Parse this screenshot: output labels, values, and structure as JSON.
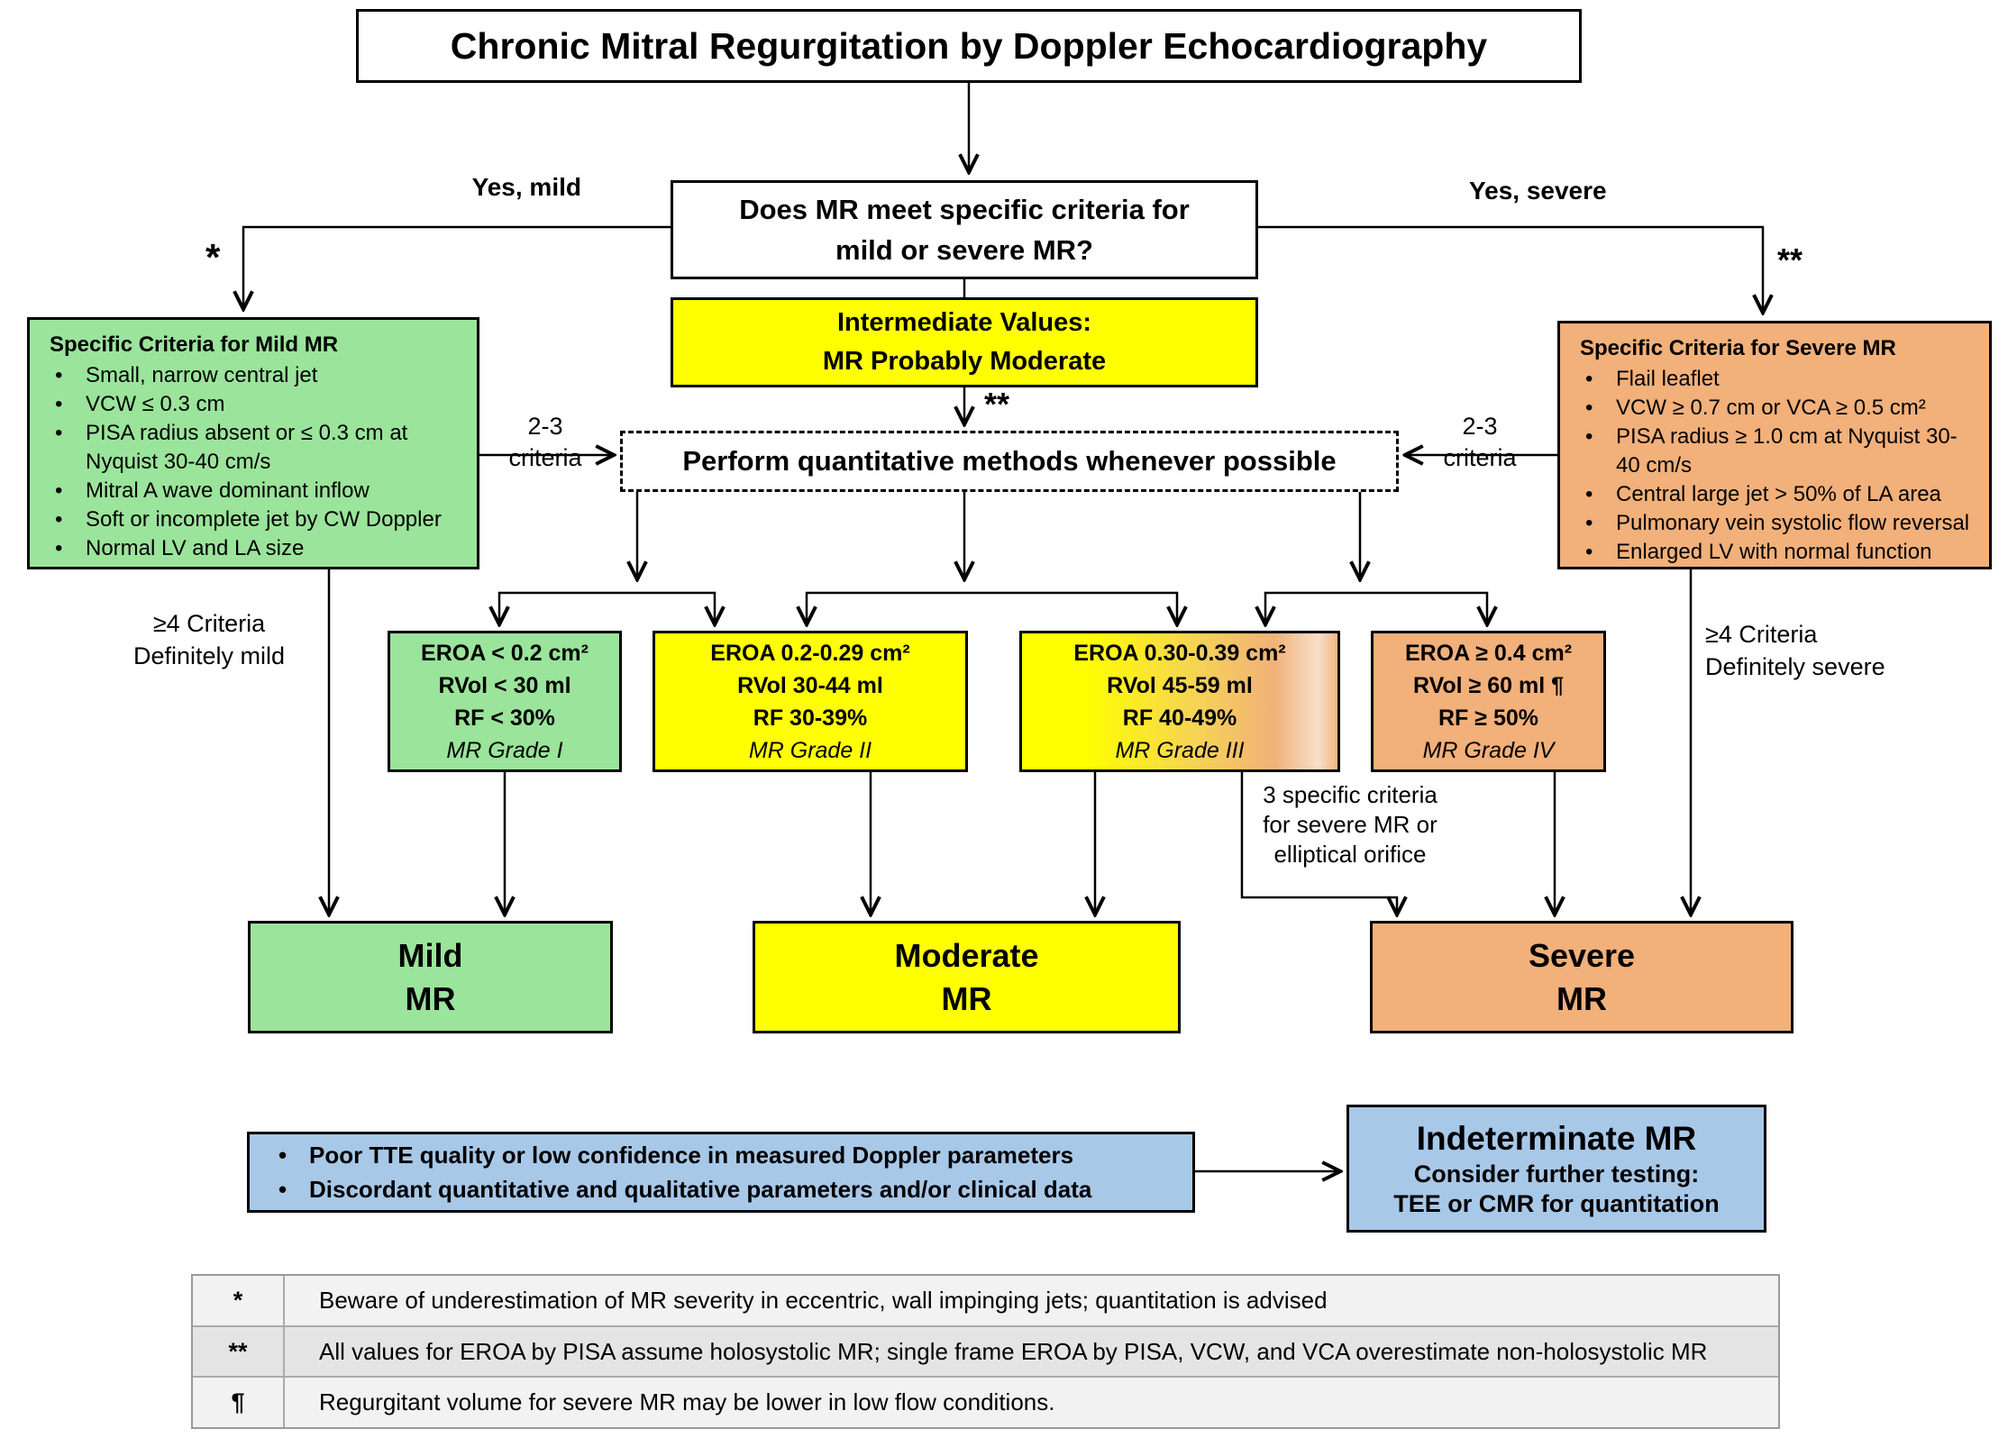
{
  "title": "Chronic Mitral Regurgitation by Doppler Echocardiography",
  "flow": {
    "decision": {
      "line1": "Does MR  meet specific criteria for",
      "line2": "mild or severe MR?"
    },
    "intermediate": {
      "line1": "Intermediate Values:",
      "line2": "MR Probably Moderate"
    },
    "quantitative": "Perform quantitative methods  whenever possible",
    "labels": {
      "yes_mild": "Yes, mild",
      "yes_severe": "Yes, severe",
      "star": "*",
      "double_star_right": "**",
      "double_star_mid": "**",
      "criteria_23_left": "2-3\ncriteria",
      "criteria_23_right": "2-3\ncriteria",
      "ge4_mild": "≥4 Criteria\nDefinitely mild",
      "ge4_severe": "≥4 Criteria\nDefinitely severe",
      "three_specific": "3 specific criteria\nfor severe MR or\nelliptical orifice"
    },
    "mild_criteria": {
      "heading": "Specific Criteria for Mild MR",
      "items": [
        "Small, narrow central jet",
        "VCW ≤ 0.3 cm",
        "PISA radius absent or  ≤ 0.3 cm at Nyquist 30-40 cm/s",
        "Mitral A wave dominant inflow",
        "Soft or incomplete jet by CW Doppler",
        "Normal LV and LA size"
      ]
    },
    "severe_criteria": {
      "heading": "Specific Criteria for Severe MR",
      "items": [
        "Flail leaflet",
        "VCW  ≥ 0.7 cm or VCA ≥ 0.5 cm²",
        "PISA radius ≥ 1.0 cm at Nyquist 30-40 cm/s",
        "Central large jet > 50% of LA area",
        "Pulmonary vein systolic flow reversal",
        "Enlarged LV with normal function"
      ]
    },
    "grades": [
      {
        "lines": [
          "EROA < 0.2 cm²",
          "RVol < 30 ml",
          "RF < 30%"
        ],
        "grade": "MR Grade I"
      },
      {
        "lines": [
          "EROA 0.2-0.29 cm²",
          "RVol 30-44 ml",
          "RF 30-39%"
        ],
        "grade": "MR Grade II"
      },
      {
        "lines": [
          "EROA 0.30-0.39 cm²",
          "RVol 45-59 ml",
          "RF 40-49%"
        ],
        "grade": "MR Grade III"
      },
      {
        "lines": [
          "EROA ≥ 0.4 cm²",
          "RVol ≥ 60 ml ¶",
          "RF ≥ 50%"
        ],
        "grade": "MR Grade IV"
      }
    ],
    "results": {
      "mild": {
        "line1": "Mild",
        "line2": "MR"
      },
      "moderate": {
        "line1": "Moderate",
        "line2": "MR"
      },
      "severe": {
        "line1": "Severe",
        "line2": "MR"
      }
    },
    "indeterminate_inputs": {
      "items": [
        "Poor TTE quality or low confidence in measured Doppler parameters",
        "Discordant quantitative and qualitative parameters and/or clinical data"
      ]
    },
    "indeterminate": {
      "title": "Indeterminate MR",
      "line2": "Consider further testing:",
      "line3": "TEE or CMR for quantitation"
    }
  },
  "footnotes": [
    {
      "symbol": "*",
      "text": "Beware of underestimation of MR severity in eccentric, wall impinging jets; quantitation is advised"
    },
    {
      "symbol": "**",
      "text": "All values for EROA by PISA assume holosystolic MR; single frame EROA by PISA, VCW, and VCA overestimate non-holosystolic MR"
    },
    {
      "symbol": "¶",
      "text": "Regurgitant volume for severe MR may be lower in low flow conditions."
    }
  ],
  "colors": {
    "mild_green": "#9be49b",
    "moderate_yellow": "#ffff00",
    "severe_orange": "#f2b07a",
    "info_blue": "#a8c8e8"
  }
}
